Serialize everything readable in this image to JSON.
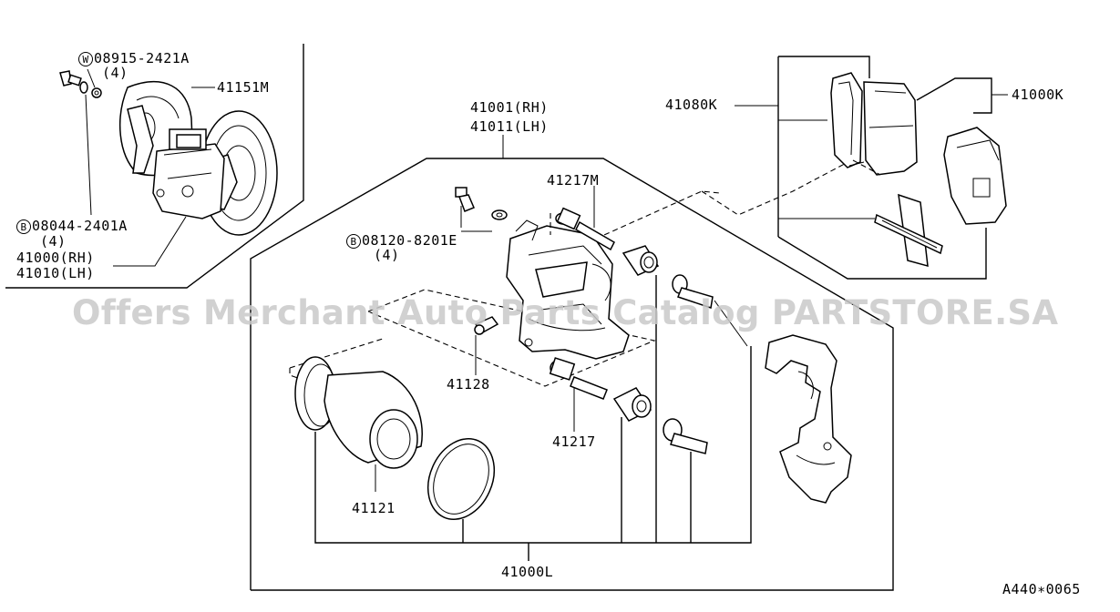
{
  "diagram": {
    "labels": {
      "bolt_w": "08915-2421A",
      "bolt_w_prefix": "W",
      "bolt_w_qty": "(4)",
      "baffle": "41151M",
      "bolt_b_top": "08044-2401A",
      "bolt_b_top_prefix": "B",
      "bolt_b_top_qty": "(4)",
      "caliper_rh": "41000(RH)",
      "caliper_lh": "41010(LH)",
      "body_rh": "41001(RH)",
      "body_lh": "41011(LH)",
      "pin_m": "41217M",
      "bolt_b_mid": "08120-8201E",
      "bolt_b_mid_prefix": "B",
      "bolt_b_mid_qty": "(4)",
      "bleeder": "41128",
      "pin": "41217",
      "piston": "41121",
      "seal_kit": "41000L",
      "pad_kit": "41080K",
      "pad_set": "41000K",
      "diagram_code": "A440∗0065"
    },
    "watermark": "Offers Merchant Auto Parts Catalog PARTSTORE.SA"
  }
}
